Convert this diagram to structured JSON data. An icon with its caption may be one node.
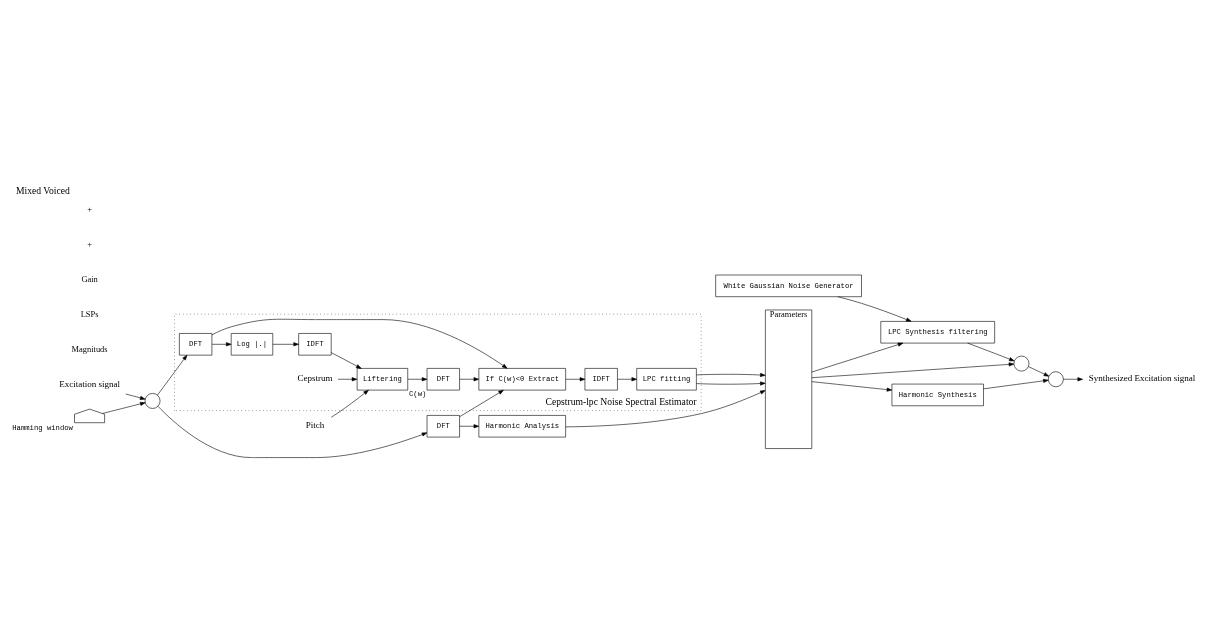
{
  "diagram": {
    "title": "Mixed Voiced",
    "nodes": [
      {
        "text": [
          "Cepstrum-lpc Noise Spectral Estimator"
        ]
      },
      {
        "text": [
          "Excitation signal"
        ]
      },
      {
        "text": [],
        "shape": "circle"
      },
      {
        "text": [],
        "shape": "picture",
        "beside": [
          "Hamming window"
        ]
      },
      {
        "text": [
          "DFT"
        ]
      },
      {
        "text": [
          "Harmonic Analysis"
        ]
      },
      {
        "text": [
          "DFT"
        ],
        "in": 0
      },
      {
        "text": [
          "If C(w)<0 Extract"
        ],
        "in": 0
      },
      {
        "text": [
          "IDFT"
        ],
        "in": 0
      },
      {
        "text": [
          "LPC fitting"
        ],
        "in": 0
      },
      {
        "text": [
          "Log |.|"
        ],
        "in": 0
      },
      {
        "text": [
          "IDFT"
        ],
        "in": 0
      },
      {
        "text": [
          "Liftering"
        ],
        "in": 0
      },
      {
        "text": [
          "DFT"
        ],
        "in": 0,
        "beside": [
          "C(w)"
        ]
      },
      {
        "text": [
          "Pitch"
        ]
      },
      {
        "text": [
          "Cepstrum"
        ],
        "in": 0
      },
      {
        "text": [
          "Parameters"
        ]
      },
      {
        "text": [
          "Harmonic Synthesis"
        ]
      },
      {
        "text": [
          "LPC Synthesis filtering"
        ]
      },
      {
        "text": [],
        "shape": "circle"
      },
      {
        "text": [],
        "shape": "circle"
      },
      {
        "text": [
          "Synthesized Excitation signal"
        ]
      },
      {
        "text": [
          "White Gaussian Noise Generator"
        ]
      }
    ],
    "edges": [
      {
        "from": 1,
        "to": 2,
        "arrow": "to"
      },
      {
        "from": 3,
        "to": 2,
        "arrow": "to"
      },
      {
        "from": 2,
        "to": 4,
        "arrow": "to"
      },
      {
        "from": 2,
        "to": 6,
        "arrow": "to"
      },
      {
        "from": 4,
        "to": 5,
        "arrow": "to"
      },
      {
        "from": 4,
        "to": 7,
        "arrow": "to"
      },
      {
        "from": 6,
        "to": 7,
        "arrow": "to"
      },
      {
        "from": 6,
        "to": 10,
        "arrow": "to"
      },
      {
        "from": 7,
        "to": 8,
        "arrow": "to"
      },
      {
        "from": 8,
        "to": 9,
        "arrow": "to"
      },
      {
        "from": 5,
        "to": 16,
        "arrow": "to"
      },
      {
        "from": 9,
        "to": 16,
        "arrow": "to"
      },
      {
        "from": 9,
        "to": 16,
        "arrow": "to"
      },
      {
        "from": 10,
        "to": 11,
        "arrow": "to"
      },
      {
        "from": 11,
        "to": 12,
        "arrow": "to"
      },
      {
        "from": 15,
        "to": 12,
        "arrow": "to"
      },
      {
        "from": 14,
        "to": 12,
        "arrow": "to"
      },
      {
        "from": 12,
        "to": 13,
        "arrow": "to"
      },
      {
        "from": 13,
        "to": 7,
        "arrow": "to"
      },
      {
        "from": 16,
        "to": 17,
        "arrow": "to"
      },
      {
        "from": 16,
        "to": 18,
        "arrow": "to"
      },
      {
        "from": 16,
        "to": 19,
        "arrow": "to"
      },
      {
        "from": 17,
        "to": 20,
        "arrow": "to"
      },
      {
        "from": 18,
        "to": 19,
        "arrow": "to"
      },
      {
        "from": 22,
        "to": 18,
        "arrow": "to"
      },
      {
        "from": 19,
        "to": 20,
        "arrow": "to"
      },
      {
        "from": 20,
        "to": 21,
        "arrow": "to"
      }
    ],
    "labels": [
      "Magnituds",
      "LSPs",
      "Gain",
      "+",
      "+"
    ]
  }
}
